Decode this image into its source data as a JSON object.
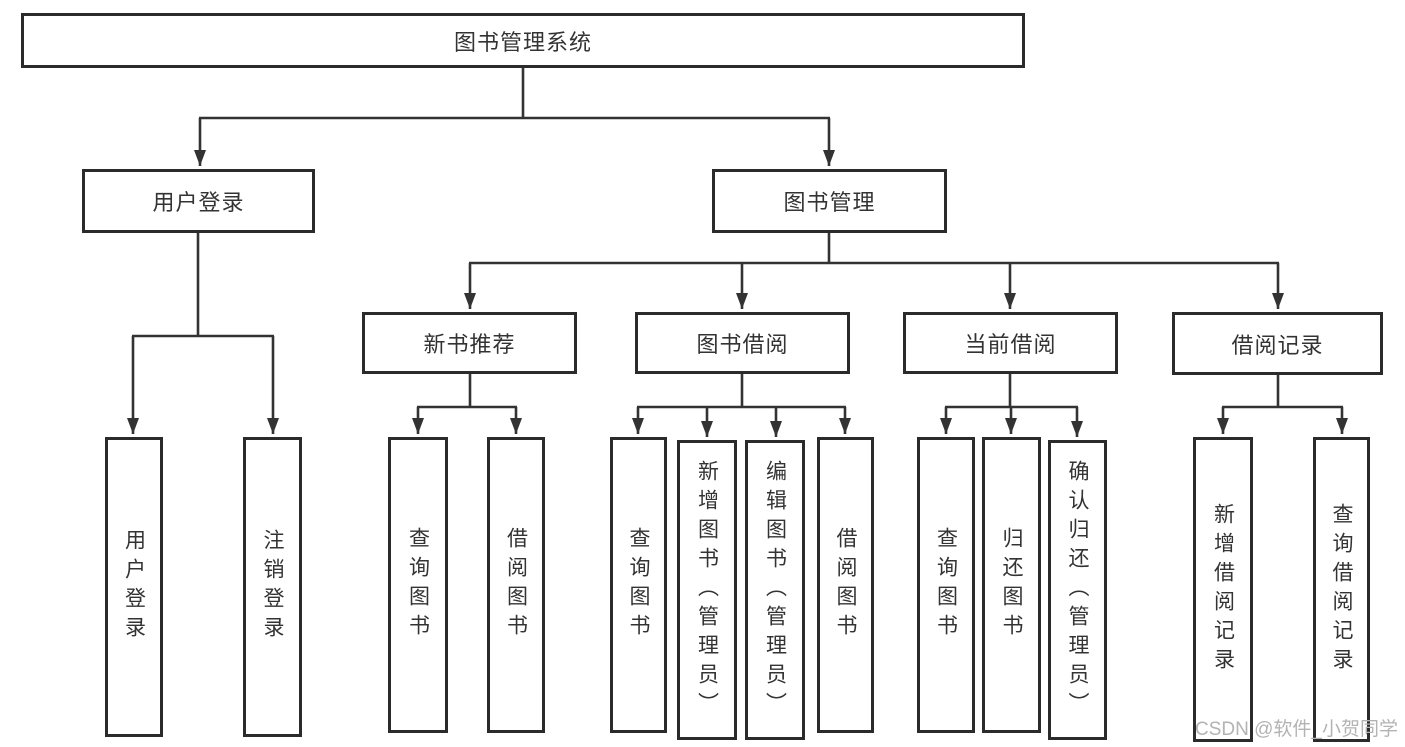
{
  "tree": {
    "label": "图书管理系统",
    "children": [
      {
        "label": "用户登录",
        "children": [
          {
            "label": "用户登录"
          },
          {
            "label": "注销登录"
          }
        ]
      },
      {
        "label": "图书管理",
        "children": [
          {
            "label": "新书推荐",
            "children": [
              {
                "label": "查询图书"
              },
              {
                "label": "借阅图书"
              }
            ]
          },
          {
            "label": "图书借阅",
            "children": [
              {
                "label": "查询图书"
              },
              {
                "label": "新增图书（管理员）"
              },
              {
                "label": "编辑图书（管理员）"
              },
              {
                "label": "借阅图书"
              }
            ]
          },
          {
            "label": "当前借阅",
            "children": [
              {
                "label": "查询图书"
              },
              {
                "label": "归还图书"
              },
              {
                "label": "确认归还（管理员）"
              }
            ]
          },
          {
            "label": "借阅记录",
            "children": [
              {
                "label": "新增借阅记录"
              },
              {
                "label": "查询借阅记录"
              }
            ]
          }
        ]
      }
    ]
  },
  "watermark": {
    "text": "CSDN @软件_小贺同学"
  },
  "colors": {
    "box_border": "#2b2b2b",
    "connector": "#333333",
    "text": "#333333",
    "watermark": "#b3b3b3",
    "background": "#ffffff"
  }
}
